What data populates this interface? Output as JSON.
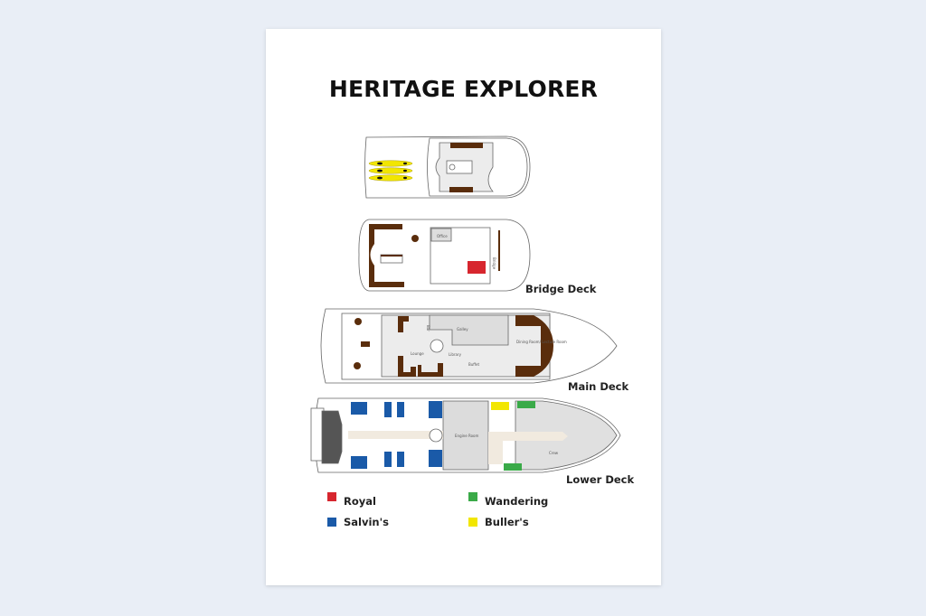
{
  "title": "HERITAGE EXPLORER",
  "decks": [
    {
      "name": "",
      "rooms": []
    },
    {
      "name": "Bridge Deck",
      "rooms": [
        "Office",
        "Bridge"
      ]
    },
    {
      "name": "Main Deck",
      "rooms": [
        "Galley",
        "Bar",
        "Dining Room/ Lecture Room",
        "Lounge",
        "Library",
        "Buffet"
      ]
    },
    {
      "name": "Lower Deck",
      "rooms": [
        "Engine Room",
        "Crew"
      ]
    }
  ],
  "legend": [
    {
      "label": "Royal",
      "color": "#d7262e"
    },
    {
      "label": "Wandering",
      "color": "#3aaa48"
    },
    {
      "label": "Salvin's",
      "color": "#1a5aa8"
    },
    {
      "label": "Buller's",
      "color": "#f2e600"
    }
  ],
  "colors": {
    "furniture": "#5a2d0c",
    "background": "#e9eef6",
    "floor": "#e6e6e6"
  }
}
